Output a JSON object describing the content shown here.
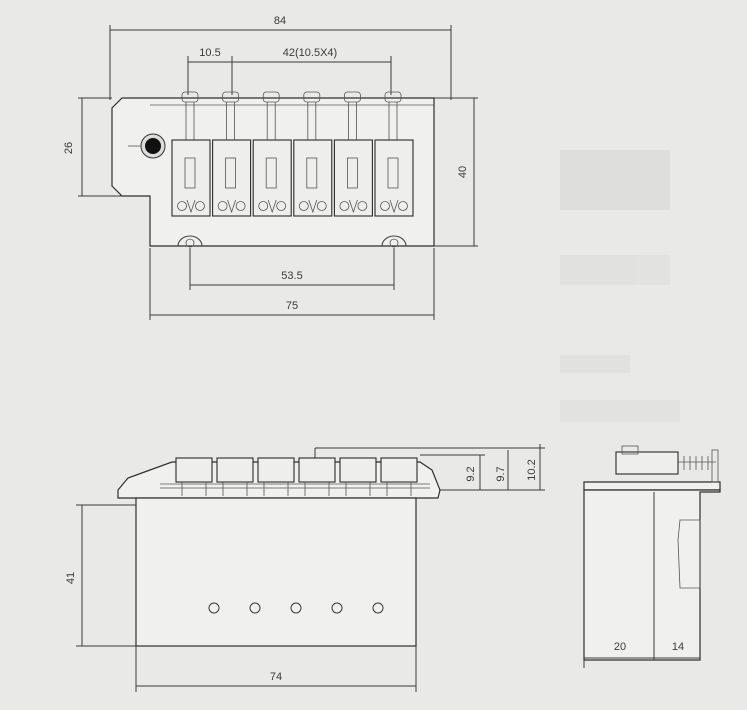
{
  "dimensions": {
    "overall_width": "84",
    "string_spacing_single": "10.5",
    "string_spacing_total": "42(10.5X4)",
    "mount_height": "26",
    "body_height": "40",
    "screw_spacing": "53.5",
    "plate_width": "75",
    "side_h1": "9.2",
    "side_h2": "9.7",
    "side_h3": "10.2",
    "block_width": "74",
    "block_height": "41",
    "block_depth_a": "20",
    "block_depth_b": "14"
  },
  "saddle_count": 6,
  "block_hole_count": 5
}
